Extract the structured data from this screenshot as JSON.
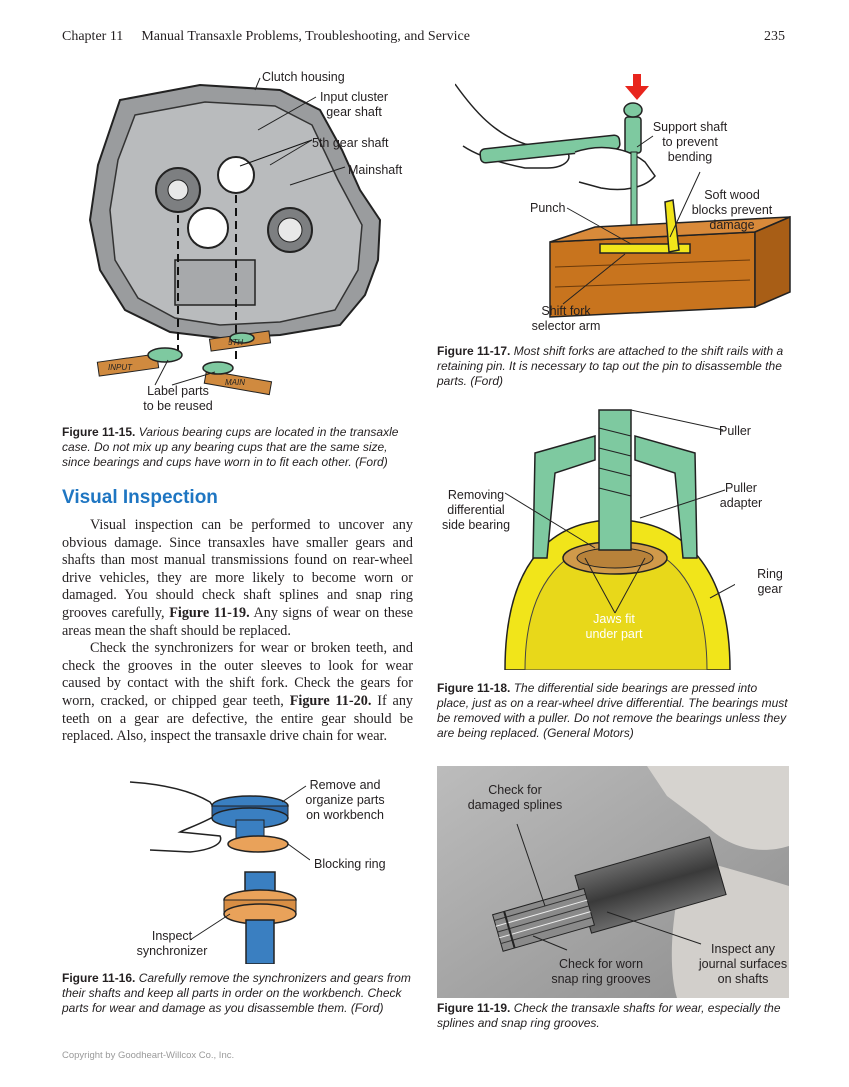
{
  "header": {
    "chapter": "Chapter 11",
    "title": "Manual Transaxle Problems, Troubleshooting, and Service",
    "page_number": "235"
  },
  "fig15": {
    "labels": {
      "clutch_housing": "Clutch housing",
      "input_cluster": "Input cluster\ngear shaft",
      "fifth_gear_shaft": "5th gear shaft",
      "mainshaft": "Mainshaft",
      "label_parts": "Label parts\nto be reused"
    },
    "tags": {
      "fifth": "5TH",
      "input": "INPUT",
      "main": "MAIN"
    },
    "caption_num": "Figure 11-15.",
    "caption_text": "Various bearing cups are located in the transaxle case. Do not mix up any bearing cups that are the same size, since bearings and cups have worn in to fit each other. (Ford)"
  },
  "fig17": {
    "labels": {
      "support_shaft": "Support shaft\nto prevent\nbending",
      "soft_wood": "Soft wood\nblocks prevent\ndamage",
      "punch": "Punch",
      "shift_fork": "Shift fork\nselector arm"
    },
    "caption_num": "Figure 11-17.",
    "caption_text": "Most shift forks are attached to the shift rails with a retaining pin. It is necessary to tap out the pin to disassemble the parts. (Ford)"
  },
  "section": {
    "heading": "Visual Inspection",
    "para1_a": "Visual inspection can be performed to uncover any obvious damage. Since transaxles have smaller gears and shafts than most manual transmissions found on rear-wheel drive vehicles, they are more likely to become worn or damaged. You should check shaft splines and snap ring grooves carefully, ",
    "para1_ref": "Figure 11-19.",
    "para1_b": " Any signs of wear on these areas mean the shaft should be replaced.",
    "para2_a": "Check the synchronizers for wear or broken teeth, and check the grooves in the outer sleeves to look for wear caused by contact with the shift fork. Check the gears for worn, cracked, or chipped gear teeth, ",
    "para2_ref": "Figure 11-20.",
    "para2_b": " If any teeth on a gear are defective, the entire gear should be replaced. Also, inspect the transaxle drive chain for wear."
  },
  "fig18": {
    "labels": {
      "puller": "Puller",
      "puller_adapter": "Puller\nadapter",
      "removing": "Removing\ndifferential\nside bearing",
      "ring_gear": "Ring\ngear",
      "jaws": "Jaws fit\nunder part"
    },
    "caption_num": "Figure 11-18.",
    "caption_text": "The differential side bearings are pressed into place, just as on a rear-wheel drive differential. The bearings must be removed with a puller. Do not remove the bearings unless they are being replaced. (General Motors)"
  },
  "fig16": {
    "labels": {
      "remove": "Remove and\norganize parts\non workbench",
      "blocking_ring": "Blocking ring",
      "inspect_sync": "Inspect\nsynchronizer"
    },
    "caption_num": "Figure 11-16.",
    "caption_text": "Carefully remove the synchronizers and gears from their shafts and keep all parts in order on the workbench. Check parts for wear and damage as you disassemble them. (Ford)"
  },
  "fig19": {
    "labels": {
      "damaged_splines": "Check for\ndamaged splines",
      "snap_ring": "Check for worn\nsnap ring grooves",
      "journal": "Inspect any\njournal surfaces\non shafts"
    },
    "caption_num": "Figure 11-19.",
    "caption_text": "Check the transaxle shafts for wear, especially the splines and snap ring grooves."
  },
  "footer": {
    "copyright": "Copyright by Goodheart-Willcox Co., Inc."
  },
  "colors": {
    "heading_blue": "#1f76c2",
    "green_part": "#7ec9a0",
    "yellow_gear": "#f1e51a",
    "wood": "#c8741e",
    "orange_part": "#e9a25a",
    "blue_part": "#3a7fc1",
    "arrow_red": "#e8251d"
  }
}
